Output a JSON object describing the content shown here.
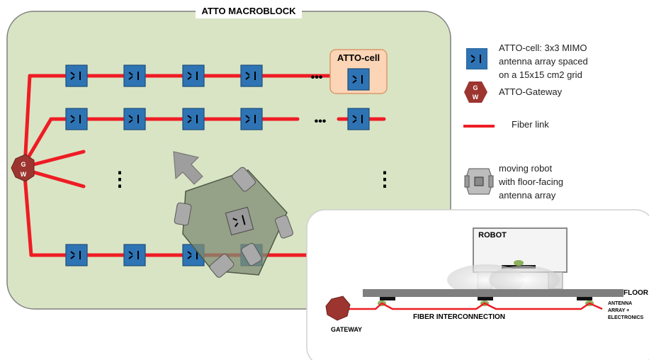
{
  "macroblock_title": "ATTO MACROBLOCK",
  "atto_cell_inset_label": "ATTO-cell",
  "gateway_label_top": "G",
  "gateway_label_bottom": "W",
  "ellipsis_horizontal": "•••",
  "ellipsis_vertical": "⋮",
  "legend": {
    "items": [
      {
        "icon": "antenna-cell-icon",
        "text": "ATTO-cell: 3x3 MIMO\nantenna array spaced\non a 15x15 cm2 grid"
      },
      {
        "icon": "gateway-icon",
        "text": "ATTO-Gateway",
        "icon_text_top": "G",
        "icon_text_bottom": "W"
      },
      {
        "icon": "fiber-line-icon",
        "text": "Fiber link"
      },
      {
        "icon": "robot-icon",
        "text": "moving robot\nwith floor-facing\nantenna array"
      }
    ]
  },
  "inset": {
    "robot_label": "ROBOT",
    "floor_label": "FLOOR",
    "gateway_label": "GATEWAY",
    "fiber_label": "FIBER INTERCONNECTION",
    "antenna_label": "ANTENNA\nARRAY +\nELECTRONICS"
  },
  "colors": {
    "macroblock_fill": "#d9e4c4",
    "cell_blue": "#2e74b5",
    "fiber_red": "#ee1c24",
    "gateway_red": "#9c3530",
    "atto_cell_highlight": "#fbd5b5",
    "robot_gray": "#7f8c73"
  }
}
